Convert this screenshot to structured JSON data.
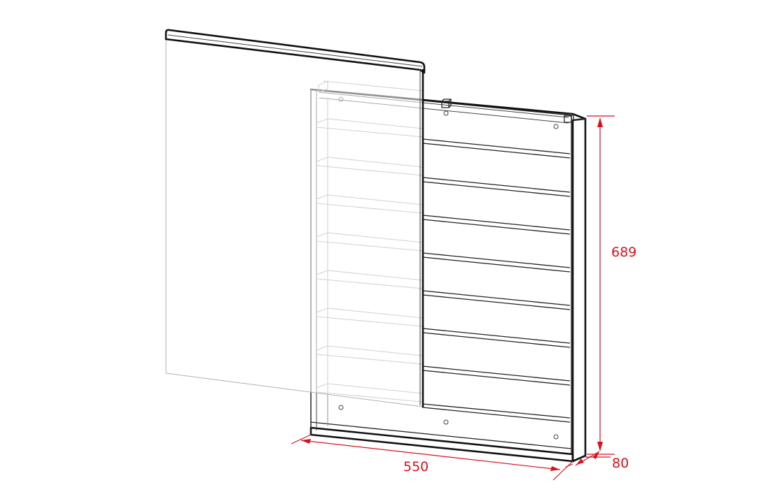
{
  "dimensions": {
    "width": "550",
    "height": "689",
    "depth": "80"
  },
  "colors": {
    "dimension": "#d5121e",
    "outline": "#111111"
  }
}
